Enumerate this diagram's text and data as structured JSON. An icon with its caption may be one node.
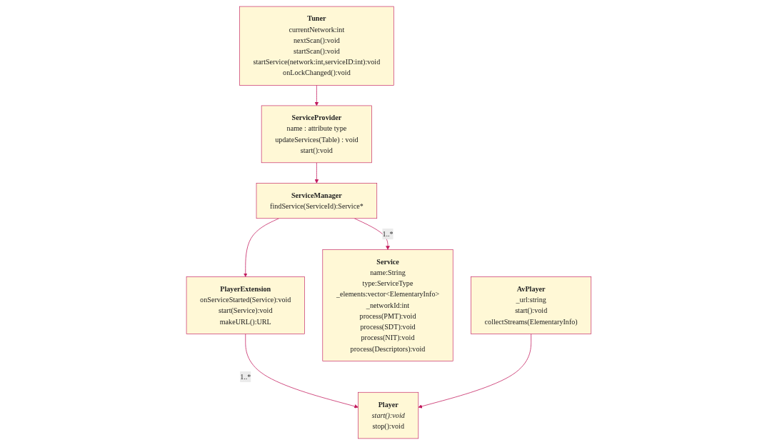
{
  "diagram": {
    "nodes": [
      {
        "text": [
          "PlayerExtension",
          "onServiceStarted(Service):void",
          "start(Service):void",
          "makeURL():URL"
        ]
      },
      {
        "text": [
          "ServiceManager",
          "findService(ServiceId):Service*"
        ]
      },
      {
        "text": [
          "Service",
          "name:String",
          "type:ServiceType",
          "_elements:vector<ElementaryInfo>",
          "_networkId:int",
          "process(PMT):void",
          "process(SDT):void",
          "process(NIT):void",
          "process(Descriptors):void"
        ]
      },
      {
        "text": [
          "Player",
          "start():void",
          "stop():void"
        ]
      },
      {
        "text": [
          "ServiceProvider",
          "name : attribute type",
          "updateServices(Table) : void",
          "start():void"
        ]
      },
      {
        "text": [
          "Tuner",
          "currentNetwork:int",
          "nextScan():void",
          "startScan():void",
          "startService(network:int,serviceID:int):void",
          "onLockChanged():void"
        ]
      },
      {
        "text": [
          "AvPlayer",
          "_url:string",
          "start():void",
          "collectStreams(ElementaryInfo)"
        ]
      }
    ],
    "edges": [
      {
        "from": 1,
        "to": 0,
        "arrow": "to"
      },
      {
        "from": 1,
        "to": 2,
        "arrow": "to",
        "label": "1..*"
      },
      {
        "from": 0,
        "to": 3,
        "arrow": "to",
        "label": "1..*"
      },
      {
        "from": 4,
        "to": 1,
        "arrow": "to"
      },
      {
        "from": 6,
        "to": 3,
        "arrow": "to"
      },
      {
        "from": 5,
        "to": 4,
        "arrow": "to"
      }
    ]
  }
}
